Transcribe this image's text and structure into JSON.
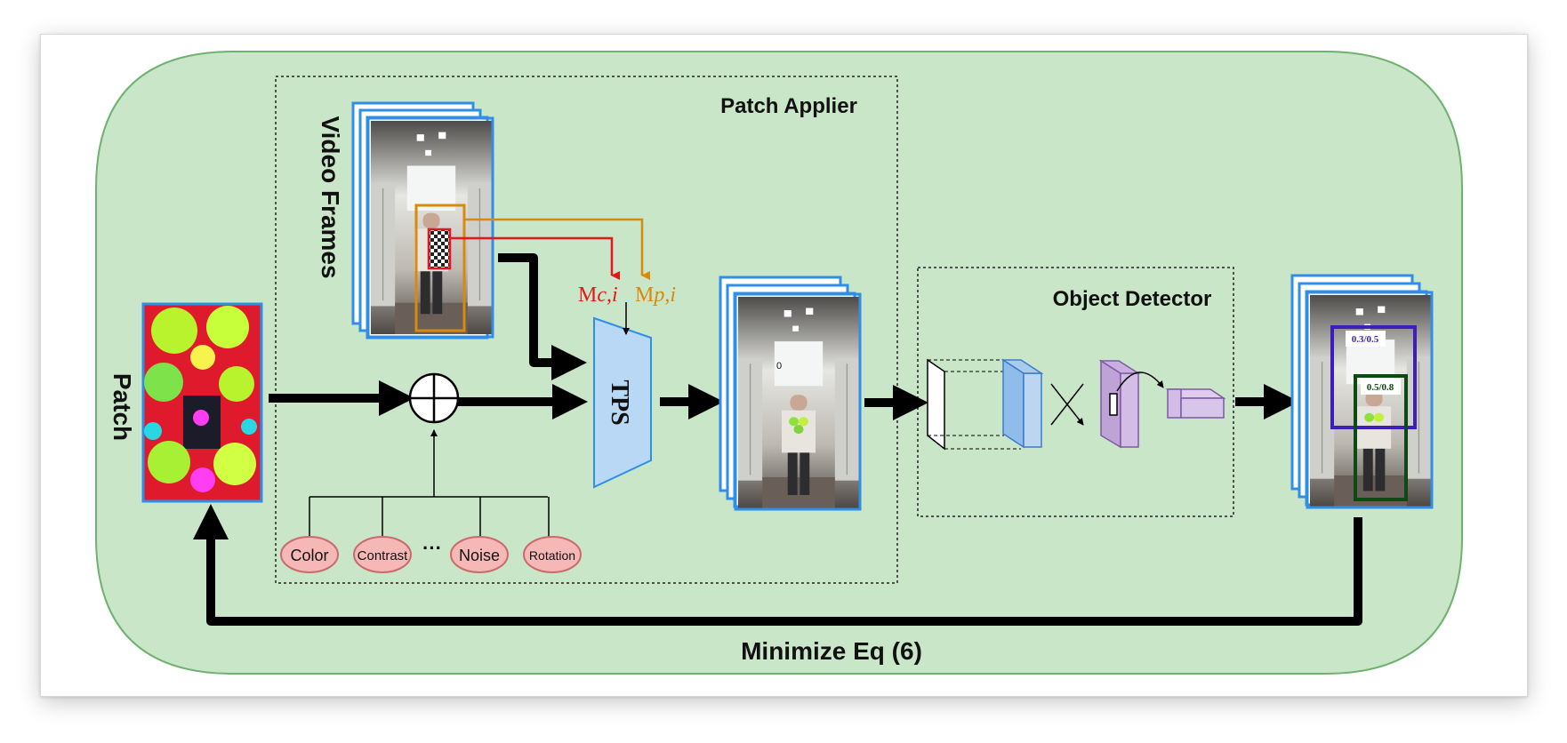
{
  "labels": {
    "patch": "Patch",
    "video_frames": "Video Frames",
    "patch_applier": "Patch Applier",
    "object_detector": "Object Detector",
    "tps": "TPS",
    "minimize": "Minimize Eq (6)",
    "mc_main": "M",
    "mc_sub": "c,i",
    "mp_main": "M",
    "mp_sub": "p,i",
    "frame_zero": "0"
  },
  "augmentations": {
    "color": "Color",
    "contrast": "Contrast",
    "ellipsis": "···",
    "noise": "Noise",
    "rotation": "Rotation"
  },
  "detections": {
    "box1": "0.3/0.5",
    "box2": "0.5/0.8"
  },
  "colors": {
    "panel": "#c9e6c9",
    "panel_border": "#6fb26f",
    "frame_border": "#2f8fe8",
    "red_arrow": "#e8151b",
    "orange_arrow": "#d88a0c",
    "aug_fill": "#f6b7b7",
    "aug_stroke": "#c96b6b",
    "tps_fill": "#b9d8f6",
    "purple_box": "#3d1fb8",
    "green_box": "#0c4a12"
  }
}
